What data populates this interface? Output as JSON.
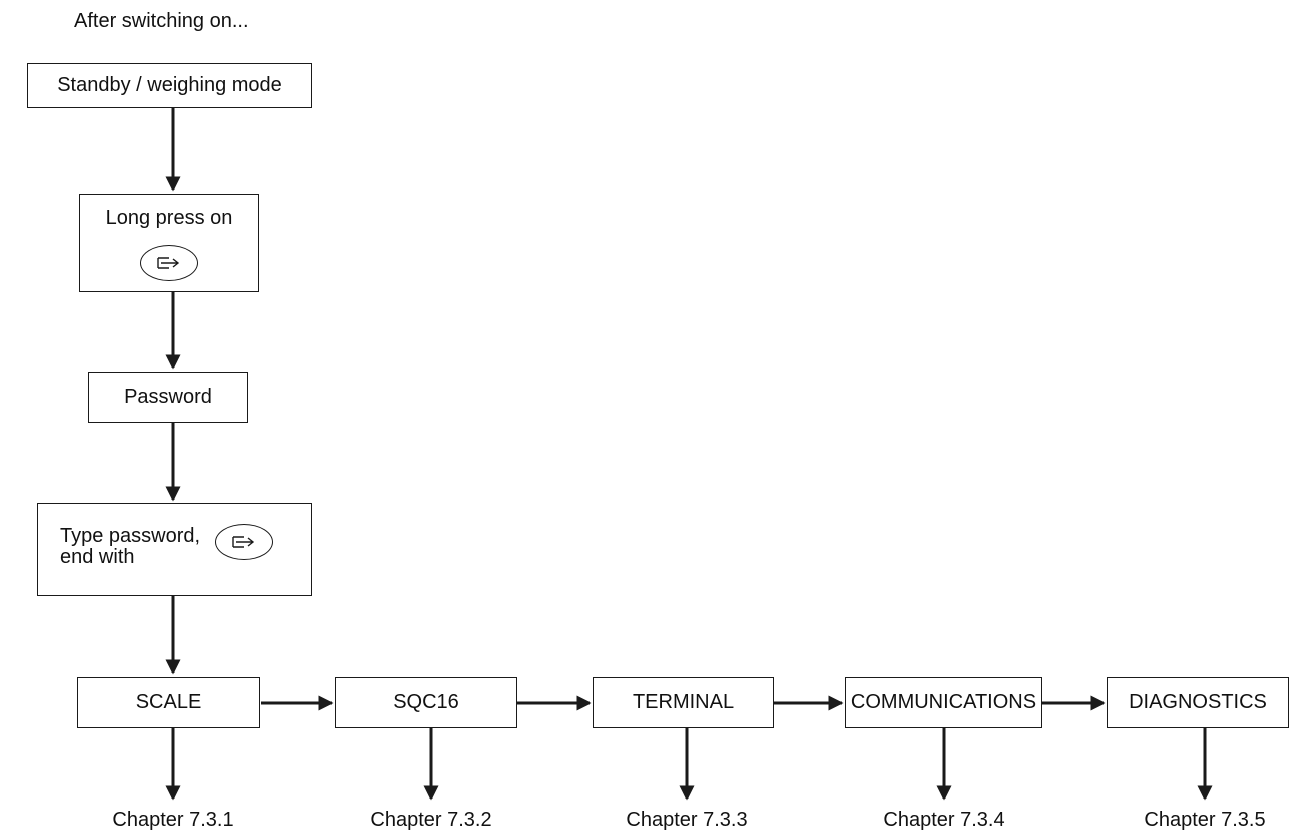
{
  "intro": "After switching on...",
  "steps": {
    "standby": "Standby / weighing mode",
    "long_press": "Long press on",
    "password": "Password",
    "type_password_line1": "Type password,",
    "type_password_line2": "end with"
  },
  "key_icon": "enter-key-icon",
  "menu": [
    {
      "label": "SCALE",
      "chapter": "Chapter 7.3.1"
    },
    {
      "label": "SQC16",
      "chapter": "Chapter 7.3.2"
    },
    {
      "label": "TERMINAL",
      "chapter": "Chapter 7.3.3"
    },
    {
      "label": "COMMUNICATIONS",
      "chapter": "Chapter 7.3.4"
    },
    {
      "label": "DIAGNOSTICS",
      "chapter": "Chapter 7.3.5"
    }
  ]
}
